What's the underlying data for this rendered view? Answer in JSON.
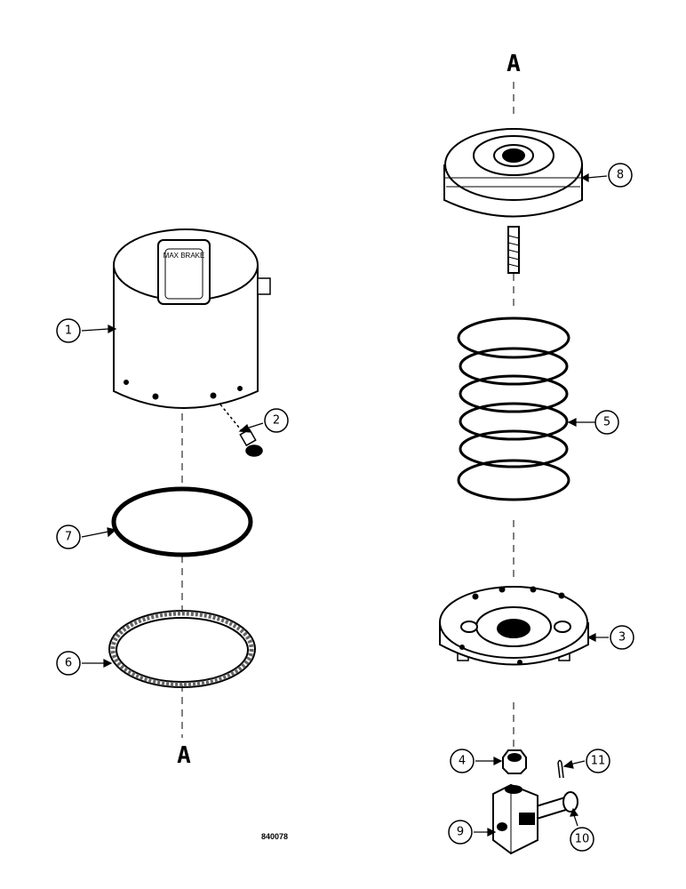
{
  "callouts": [
    "1",
    "2",
    "3",
    "4",
    "5",
    "6",
    "7",
    "8",
    "9",
    "10",
    "11"
  ],
  "reference_marks": {
    "top_right": "A",
    "bottom_left": "A"
  },
  "cover_window_text": "MAX BRAKE",
  "figure_number": "840078"
}
